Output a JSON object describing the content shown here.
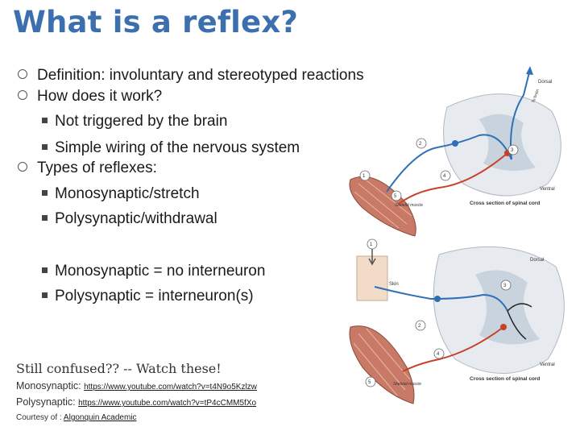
{
  "slide": {
    "title": "What is a reflex?",
    "bullets": [
      {
        "level": 1,
        "text": "Definition: involuntary and stereotyped reactions"
      },
      {
        "level": 1,
        "text": "How does it work?"
      },
      {
        "level": 2,
        "text": "Not triggered by the brain"
      },
      {
        "level": 2,
        "text": "Simple wiring of the nervous system"
      },
      {
        "level": 1,
        "text": "Types of reflexes:"
      },
      {
        "level": 2,
        "text": "Monosynaptic/stretch"
      },
      {
        "level": 2,
        "text": "Polysynaptic/withdrawal"
      },
      {
        "level": 2,
        "text": "Monosynaptic = no interneuron"
      },
      {
        "level": 2,
        "text": "Polysynaptic = interneuron(s)"
      }
    ],
    "confused": "Still confused?? -- Watch these!",
    "links": [
      {
        "label": "Monosynaptic: ",
        "url": "https://www.youtube.com/watch?v=t4N9o5Kzlzw"
      },
      {
        "label": "Polysynaptic: ",
        "url": "https://www.youtube.com/watch?v=tP4cCMM5fXo"
      }
    ],
    "courtesy_label": "Courtesy of : ",
    "courtesy_link": "Algonquin Academic"
  },
  "diagram_top": {
    "dorsal": "Dorsal",
    "ventral": "Ventral",
    "muscle": "Skeletal muscle",
    "cross_section": "Cross section of spinal cord",
    "to_brain": "To brain",
    "nums": [
      "1",
      "2",
      "3",
      "4",
      "5"
    ]
  },
  "diagram_bottom": {
    "dorsal": "Dorsal",
    "ventral": "Ventral",
    "skin": "Skin",
    "muscle": "Skeletal muscle",
    "cross_section": "Cross section of spinal cord",
    "nums": [
      "1",
      "2",
      "3",
      "4",
      "5"
    ]
  },
  "colors": {
    "title": "#3b6fae",
    "neuron_blue": "#2e6fb8",
    "neuron_red": "#c8402a",
    "muscle": "#c97a66"
  }
}
